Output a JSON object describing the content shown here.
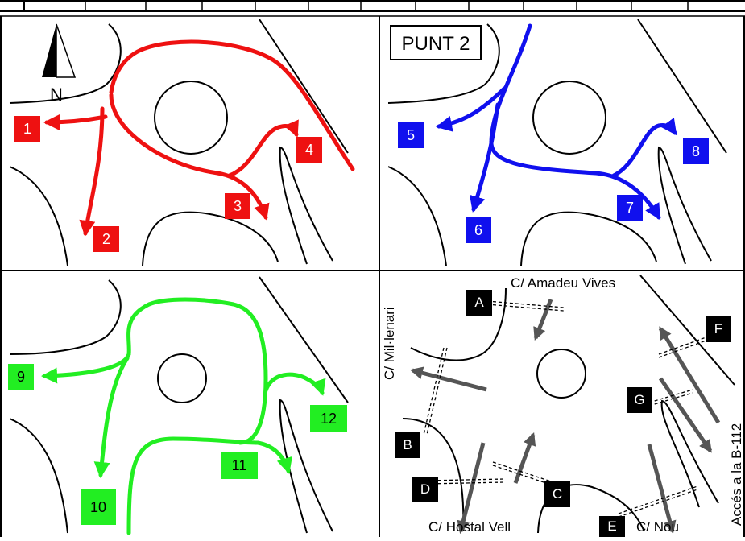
{
  "title": "PUNT 2",
  "north_label": "N",
  "colors": {
    "panel1": "#ee1111",
    "panel2": "#1010ee",
    "panel3": "#22ee22",
    "panel4": "#000000",
    "arrow_gray": "#555555",
    "label_text": "#ffffff",
    "label_text_green": "#000000"
  },
  "panels": [
    {
      "id": "p1",
      "movements": [
        "1",
        "2",
        "3",
        "4"
      ]
    },
    {
      "id": "p2",
      "movements": [
        "5",
        "6",
        "7",
        "8"
      ]
    },
    {
      "id": "p3",
      "movements": [
        "9",
        "10",
        "11",
        "12"
      ]
    },
    {
      "id": "p4",
      "points": [
        "A",
        "B",
        "C",
        "D",
        "E",
        "F",
        "G"
      ]
    }
  ],
  "streets": {
    "amadeu": "C/ Amadeu Vives",
    "millenari": "C/ Mil·lenari",
    "hostal": "C/ Hostal Vell",
    "nou": "C/ Nou",
    "acces": "Accés a la B-112"
  }
}
